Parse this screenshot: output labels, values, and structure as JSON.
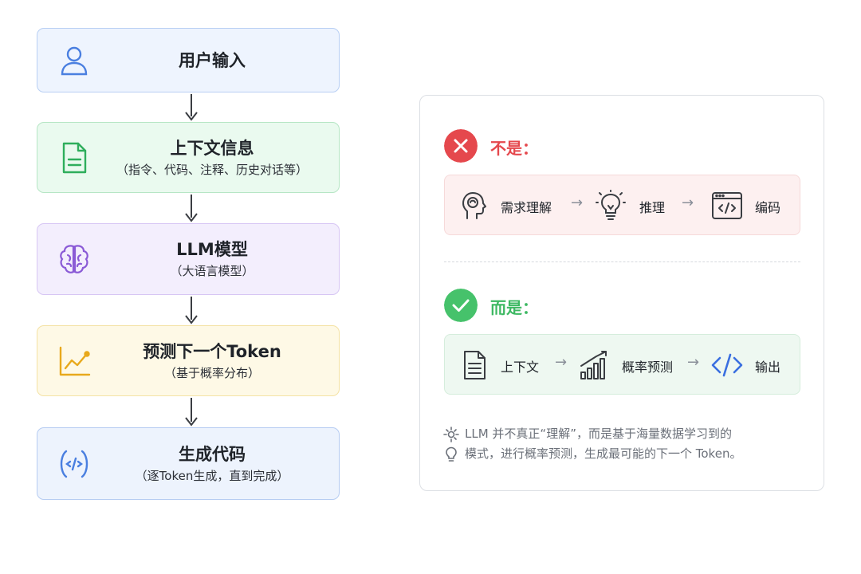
{
  "flow": [
    {
      "title": "用户输入",
      "subtitle": "",
      "icon": "user-icon"
    },
    {
      "title": "上下文信息",
      "subtitle": "（指令、代码、注释、历史对话等）",
      "icon": "document-icon"
    },
    {
      "title": "LLM模型",
      "subtitle": "（大语言模型）",
      "icon": "brain-icon"
    },
    {
      "title": "预测下一个Token",
      "subtitle": "（基于概率分布）",
      "icon": "line-chart-icon"
    },
    {
      "title": "生成代码",
      "subtitle": "（逐Token生成，直到完成）",
      "icon": "code-icon"
    }
  ],
  "panel": {
    "not": {
      "heading": "不是：",
      "color": "#e5484d",
      "steps": [
        "需求理解",
        "推理",
        "编码"
      ],
      "icons": [
        "head-icon",
        "lightbulb-icon",
        "code-window-icon"
      ]
    },
    "is": {
      "heading": "而是：",
      "color": "#46c26b",
      "steps": [
        "上下文",
        "概率预测",
        "输出"
      ],
      "icons": [
        "document-icon",
        "bar-chart-icon",
        "code-icon"
      ]
    },
    "arrow": "→",
    "note_line1": "LLM 并不真正“理解”，而是基于海量数据学习到的",
    "note_line2": "模式，进行概率预测，生成最可能的下一个 Token。"
  },
  "colors": {
    "blue": "#4a7fe0",
    "green": "#2fae5c",
    "purple": "#8a5ad6",
    "yellow": "#e8a91c"
  }
}
